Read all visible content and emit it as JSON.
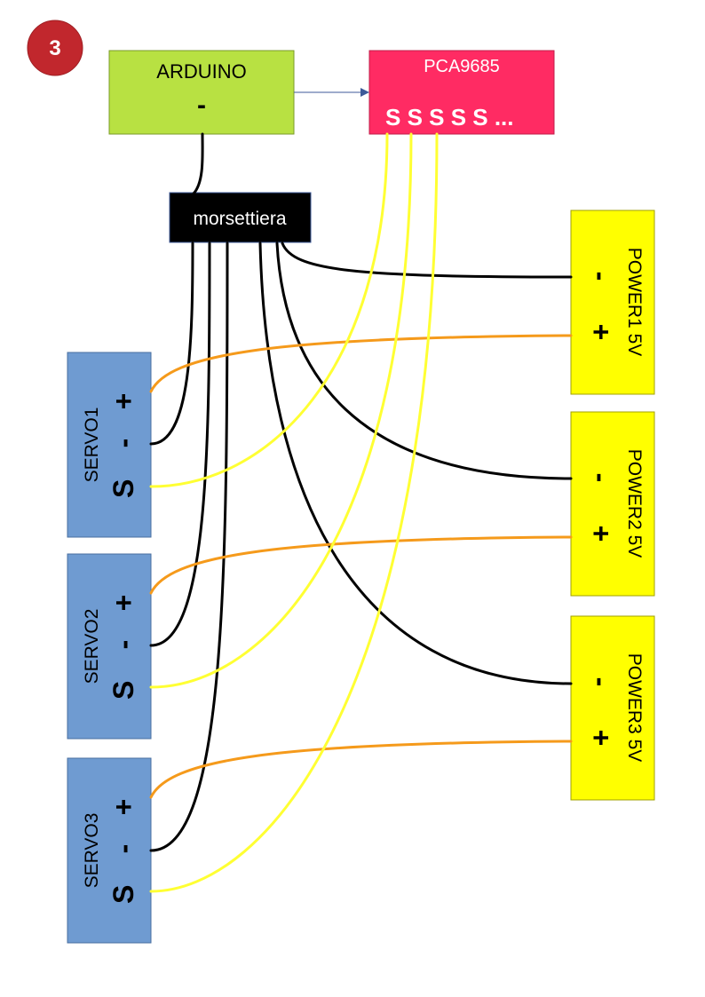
{
  "step_badge": "3",
  "arduino": {
    "title": "ARDUINO",
    "pin": "-"
  },
  "pca": {
    "title": "PCA9685",
    "pins": "S S S S S ..."
  },
  "terminal_block": "morsettiera",
  "servos": [
    {
      "name": "SERVO1",
      "plus": "+",
      "minus": "-",
      "signal": "S"
    },
    {
      "name": "SERVO2",
      "plus": "+",
      "minus": "-",
      "signal": "S"
    },
    {
      "name": "SERVO3",
      "plus": "+",
      "minus": "-",
      "signal": "S"
    }
  ],
  "powers": [
    {
      "name": "POWER1 5V",
      "minus": "-",
      "plus": "+"
    },
    {
      "name": "POWER2 5V",
      "minus": "-",
      "plus": "+"
    },
    {
      "name": "POWER3 5V",
      "minus": "-",
      "plus": "+"
    }
  ],
  "colors": {
    "badge": "#c1272d",
    "arduino": "#b8e142",
    "pca": "#ff2b63",
    "terminal": "#000000",
    "servo": "#6f9bd1",
    "power": "#ffff00",
    "ground_wire": "#000000",
    "positive_wire": "#f59a1b",
    "signal_wire": "#ffff33",
    "arrow": "#3d5a99"
  }
}
